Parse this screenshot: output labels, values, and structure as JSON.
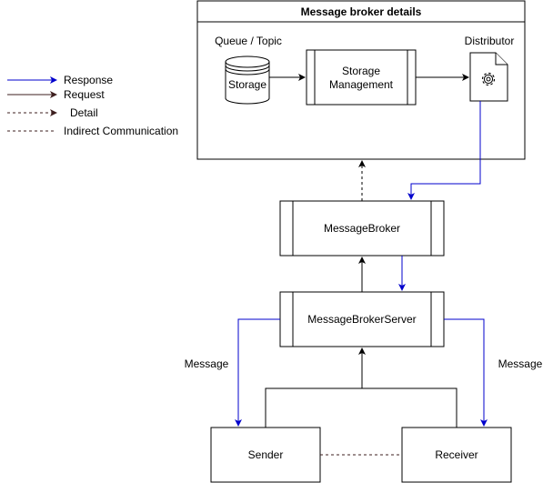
{
  "legend": {
    "response": "Response",
    "request": "Request",
    "detail": "Detail",
    "indirect": "Indirect Communication"
  },
  "details": {
    "title": "Message broker details",
    "queue_label": "Queue / Topic",
    "storage": "Storage",
    "storage_mgmt_line1": "Storage",
    "storage_mgmt_line2": "Management",
    "distributor": "Distributor"
  },
  "nodes": {
    "broker": "MessageBroker",
    "server": "MessageBrokerServer",
    "sender": "Sender",
    "receiver": "Receiver"
  },
  "edges": {
    "message_left": "Message",
    "message_right": "Message"
  },
  "colors": {
    "response": "#0000cc",
    "request": "#000000",
    "detail_line": "#3d1f1f"
  }
}
